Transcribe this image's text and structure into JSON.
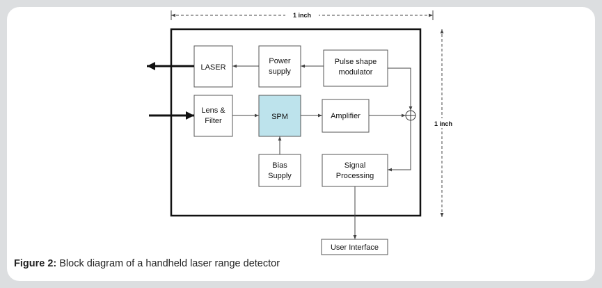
{
  "diagram": {
    "blocks": {
      "laser": [
        "LASER"
      ],
      "power_supply": [
        "Power",
        "supply"
      ],
      "pulse_modulator": [
        "Pulse shape",
        "modulator"
      ],
      "lens_filter": [
        "Lens &",
        "Filter"
      ],
      "spm": [
        "SPM"
      ],
      "amplifier": [
        "Amplifier"
      ],
      "bias_supply": [
        "Bias",
        "Supply"
      ],
      "signal_processing": [
        "Signal",
        "Processing"
      ],
      "user_interface": [
        "User Interface"
      ]
    },
    "dimensions": {
      "width_label": "1 inch",
      "height_label": "1 inch"
    },
    "colors": {
      "highlight": "#bde3ec",
      "frame": "#111111",
      "line": "#444444"
    }
  },
  "caption": {
    "label": "Figure 2:",
    "text": " Block diagram of a handheld laser range detector"
  }
}
